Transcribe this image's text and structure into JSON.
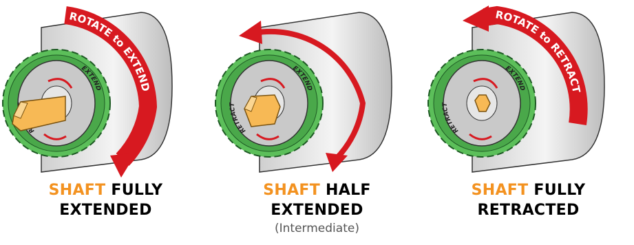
{
  "panels": [
    {
      "arrow_label": "ROTATE to EXTEND",
      "dial_left": "RETRACT",
      "dial_right": "EXTEND",
      "caption_highlight": "SHAFT",
      "caption_rest": "FULLY",
      "caption_line2": "EXTENDED",
      "sub_caption": "",
      "shaft_state": "fully-extended"
    },
    {
      "arrow_label": "",
      "dial_left": "RETRACT",
      "dial_right": "EXTEND",
      "caption_highlight": "SHAFT",
      "caption_rest": "HALF",
      "caption_line2": "EXTENDED",
      "sub_caption": "(Intermediate)",
      "shaft_state": "half-extended"
    },
    {
      "arrow_label": "ROTATE to RETRACT",
      "dial_left": "RETRACT",
      "dial_right": "EXTEND",
      "caption_highlight": "SHAFT",
      "caption_rest": "FULLY",
      "caption_line2": "RETRACTED",
      "sub_caption": "",
      "shaft_state": "fully-retracted"
    }
  ],
  "colors": {
    "highlight": "#f39220",
    "arrow": "#d71920",
    "gear": "#5cbf5a",
    "shaft": "#f7b955"
  }
}
